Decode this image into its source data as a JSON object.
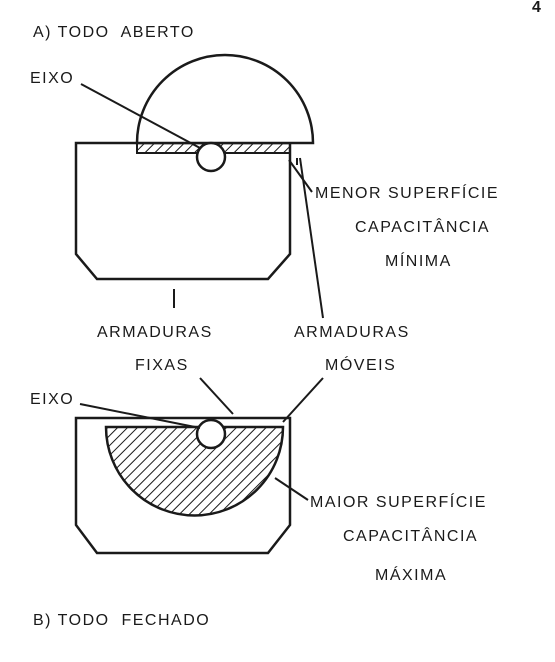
{
  "corner_number": "4",
  "panel_a": {
    "title": "A) TODO  ABERTO",
    "eixo_label": "EIXO",
    "surface_text": {
      "line1": "MENOR SUPERFÍCIE",
      "line2": "CAPACITÂNCIA",
      "line3": "MÍNIMA"
    }
  },
  "middle": {
    "fixas": {
      "line1": "ARMADURAS",
      "line2": "FIXAS"
    },
    "moveis": {
      "line1": "ARMADURAS",
      "line2": "MÓVEIS"
    }
  },
  "panel_b": {
    "eixo_label": "EIXO",
    "surface_text": {
      "line1": "MAIOR SUPERFÍCIE",
      "line2": "CAPACITÂNCIA",
      "line3": "MÁXIMA"
    },
    "title": "B) TODO  FECHADO"
  },
  "colors": {
    "ink": "#1a1a1a",
    "paper": "#ffffff"
  }
}
